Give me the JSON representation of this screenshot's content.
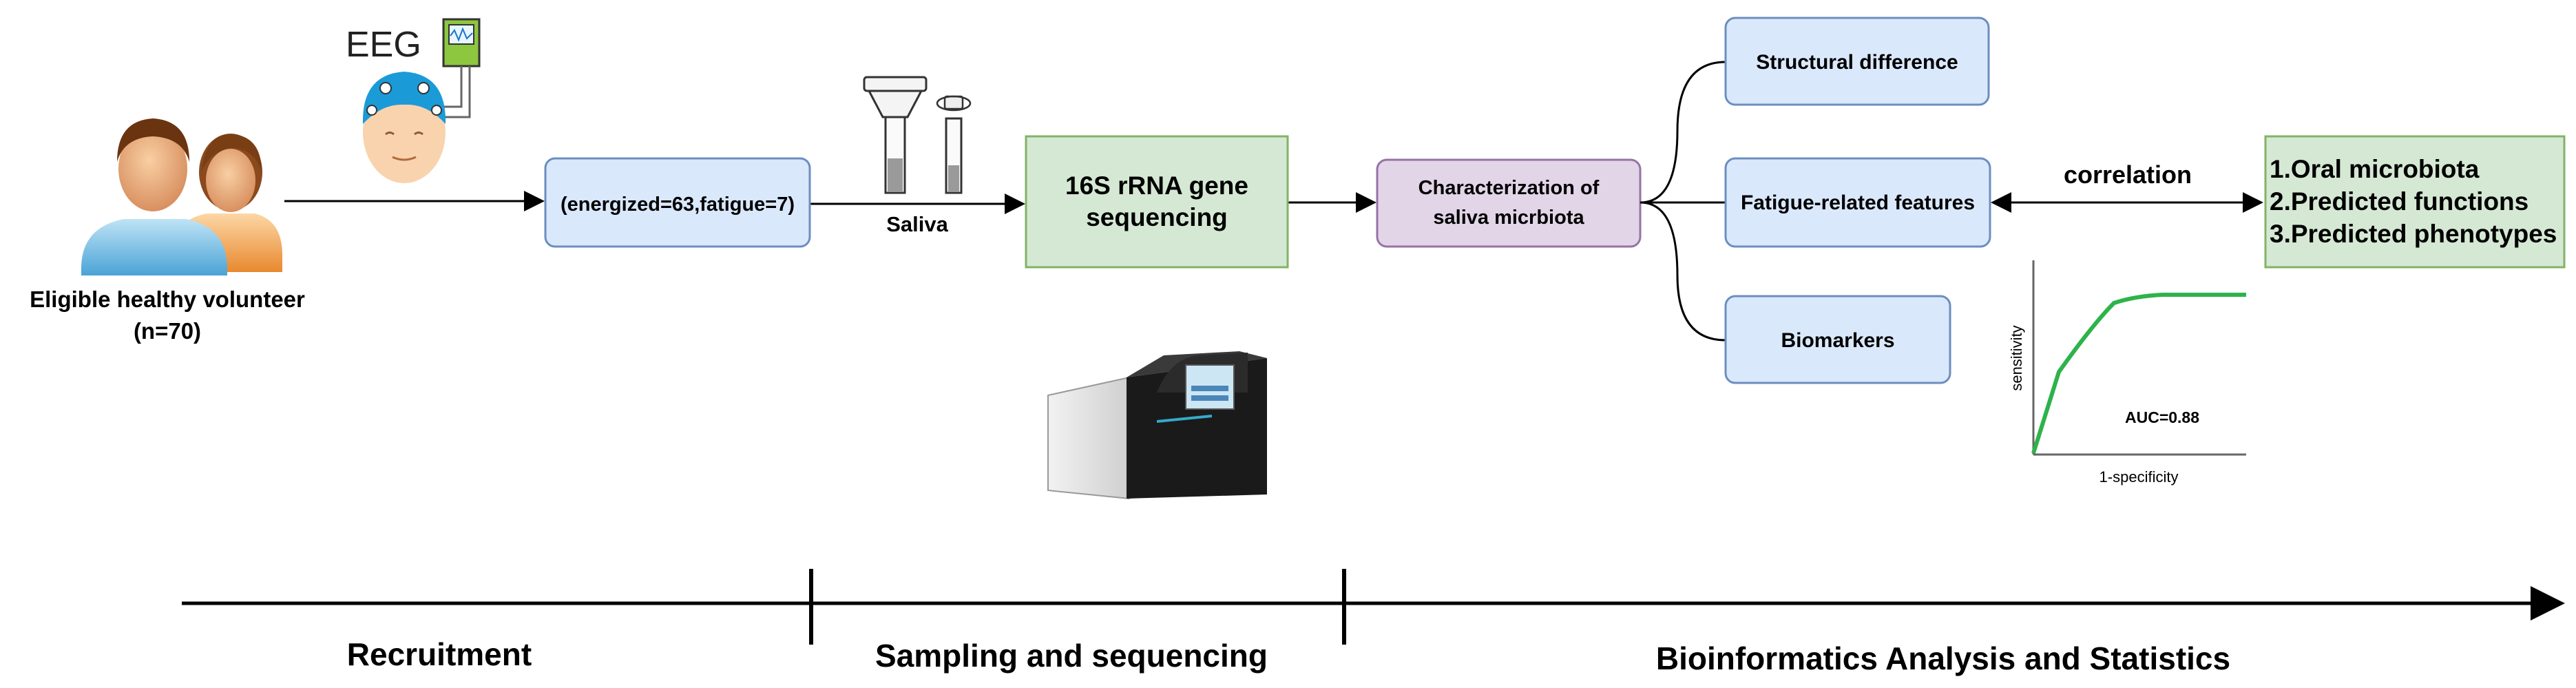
{
  "people": {
    "caption_line1": "Eligible healthy volunteer",
    "caption_line2": "(n=70)"
  },
  "eeg": {
    "label": "EEG"
  },
  "groups_box": {
    "label": "(energized=63,fatigue=7)"
  },
  "saliva": {
    "label": "Saliva"
  },
  "sequencing_box": {
    "line1": "16S rRNA gene",
    "line2": "sequencing"
  },
  "characterization_box": {
    "line1": "Characterization of",
    "line2": "saliva micrbiota"
  },
  "branches": {
    "structural": "Structural difference",
    "fatigue_features": "Fatigue-related features",
    "biomarkers": "Biomarkers"
  },
  "correlation": {
    "label": "correlation"
  },
  "results_box": {
    "items": [
      "1.Oral microbiota",
      "2.Predicted functions",
      "3.Predicted phenotypes"
    ]
  },
  "roc": {
    "ylabel": "sensitivity",
    "xlabel": "1-specificity",
    "auc_label": "AUC=0.88"
  },
  "timeline": {
    "phases": [
      "Recruitment",
      "Sampling and sequencing",
      "Bioinformatics Analysis and Statistics"
    ]
  },
  "colors": {
    "blue_box_fill": "#dae8fc",
    "blue_box_stroke": "#6c8ebf",
    "green_box_fill": "#d5e8d4",
    "green_box_stroke": "#82b366",
    "purple_box_fill": "#e1d5e7",
    "purple_box_stroke": "#9673a6",
    "roc_line": "#2db34a",
    "eeg_device": "#8dc63f"
  }
}
